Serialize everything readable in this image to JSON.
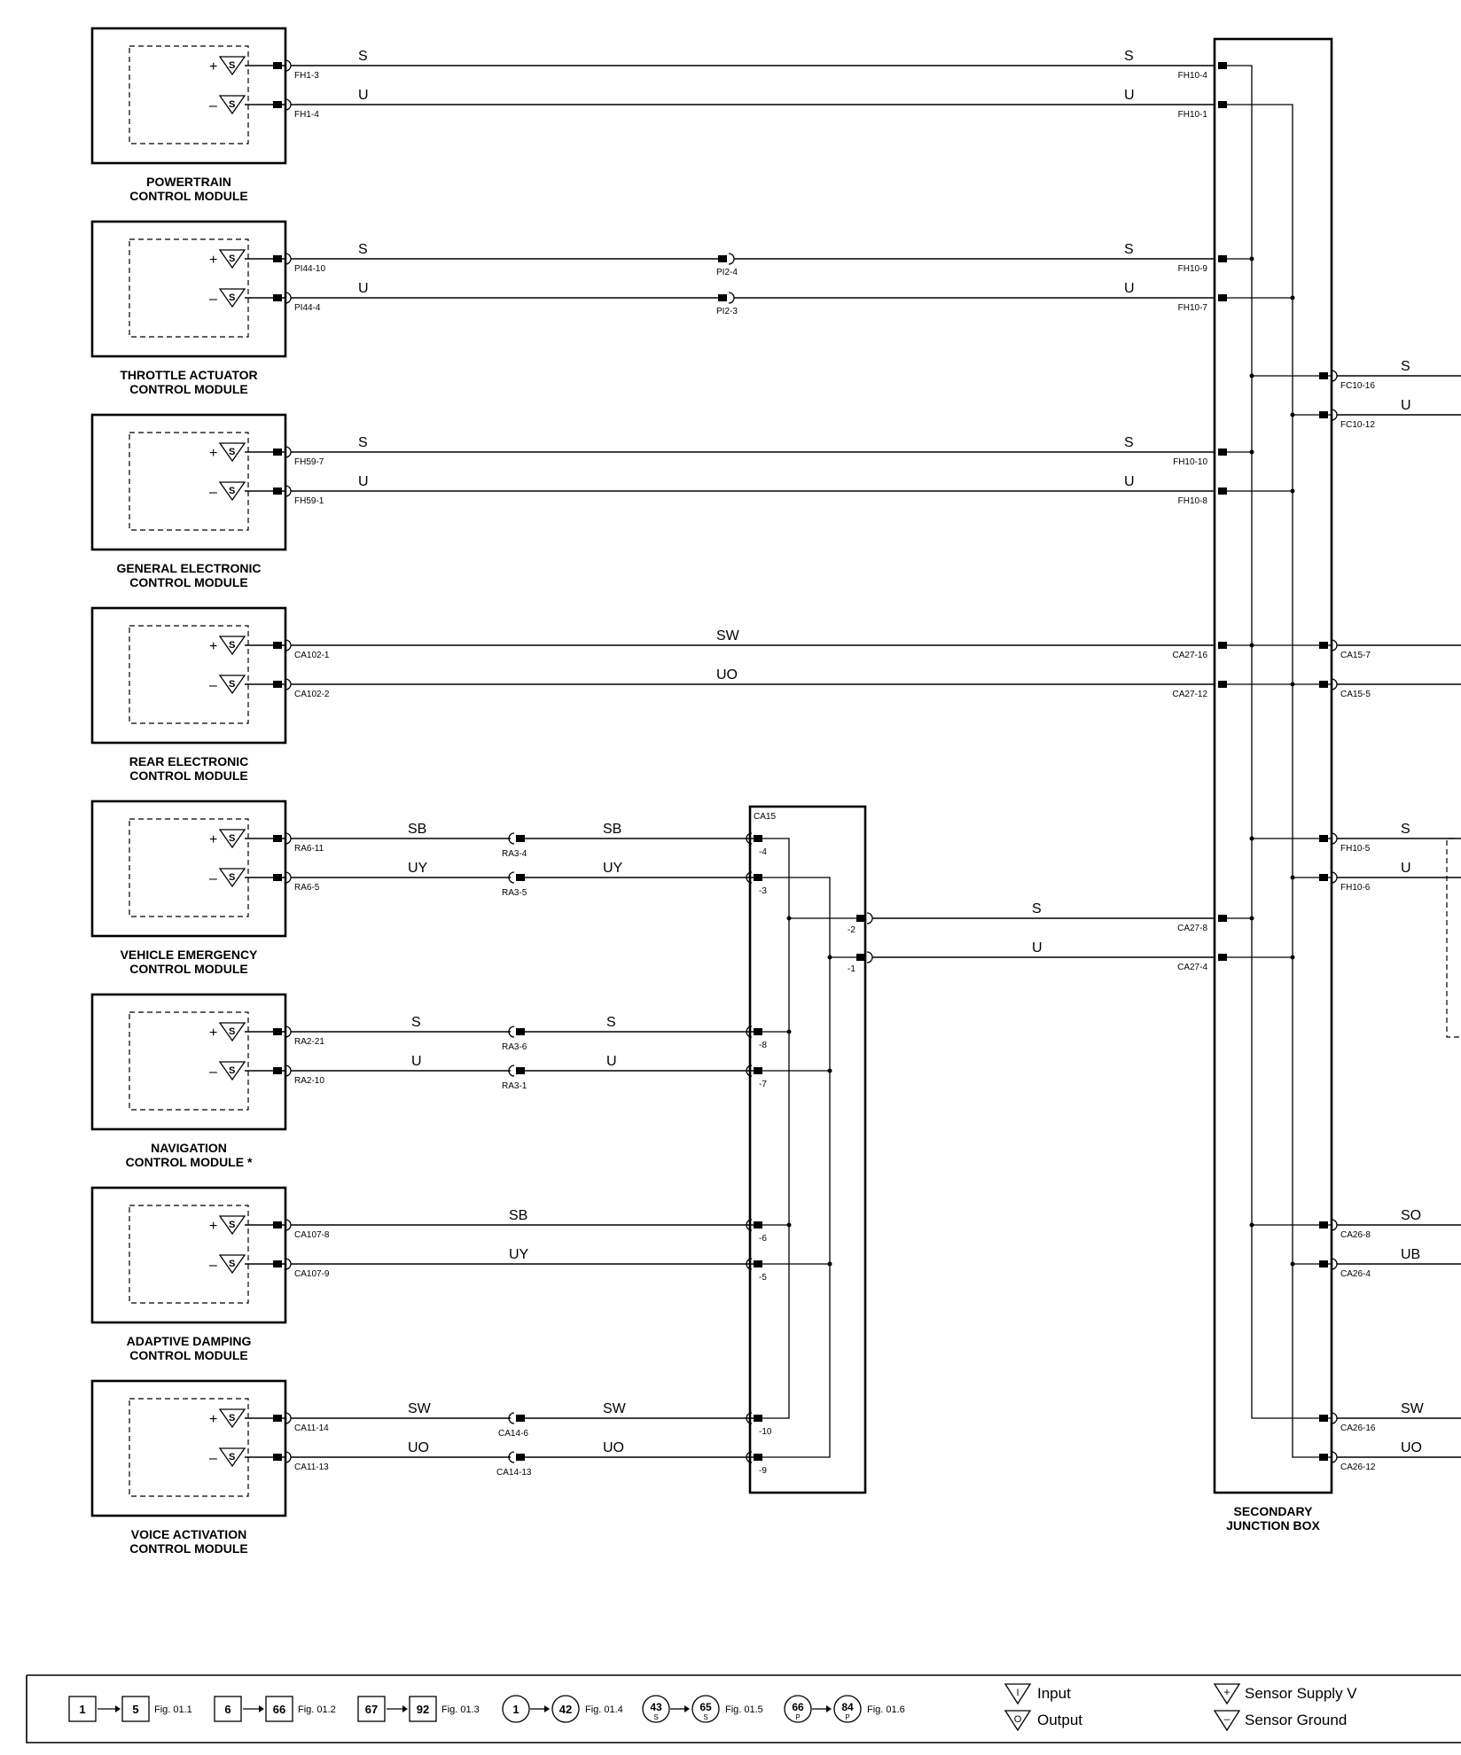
{
  "modules": [
    {
      "id": "pcm",
      "name1": "POWERTRAIN",
      "name2": "CONTROL MODULE",
      "pin_plus": "FH1-3",
      "pin_minus": "FH1-4"
    },
    {
      "id": "tacm",
      "name1": "THROTTLE ACTUATOR",
      "name2": "CONTROL MODULE",
      "pin_plus": "PI44-10",
      "pin_minus": "PI44-4"
    },
    {
      "id": "gecm",
      "name1": "GENERAL ELECTRONIC",
      "name2": "CONTROL MODULE",
      "pin_plus": "FH59-7",
      "pin_minus": "FH59-1"
    },
    {
      "id": "recm",
      "name1": "REAR ELECTRONIC",
      "name2": "CONTROL MODULE",
      "pin_plus": "CA102-1",
      "pin_minus": "CA102-2"
    },
    {
      "id": "vecm",
      "name1": "VEHICLE EMERGENCY",
      "name2": "CONTROL MODULE",
      "pin_plus": "RA6-11",
      "pin_minus": "RA6-5"
    },
    {
      "id": "navcm",
      "name1": "NAVIGATION",
      "name2": "CONTROL MODULE *",
      "pin_plus": "RA2-21",
      "pin_minus": "RA2-10"
    },
    {
      "id": "adcm",
      "name1": "ADAPTIVE DAMPING",
      "name2": "CONTROL MODULE",
      "pin_plus": "CA107-8",
      "pin_minus": "CA107-9"
    },
    {
      "id": "vacm",
      "name1": "VOICE ACTIVATION",
      "name2": "CONTROL MODULE",
      "pin_plus": "CA11-14",
      "pin_minus": "CA11-13"
    }
  ],
  "module_symbols": {
    "plus": "+",
    "minus": "–",
    "sensor": "S"
  },
  "wires": {
    "pcm": {
      "plus_color_left": "S",
      "minus_color_left": "U",
      "plus_color_right": "S",
      "minus_color_right": "U",
      "jb_plus": "FH10-4",
      "jb_minus": "FH10-1"
    },
    "tacm": {
      "plus_color_left": "S",
      "minus_color_left": "U",
      "plus_color_right": "S",
      "minus_color_right": "U",
      "inline_plus": "PI2-4",
      "inline_minus": "PI2-3",
      "jb_plus": "FH10-9",
      "jb_minus": "FH10-7"
    },
    "gecm": {
      "plus_color_left": "S",
      "minus_color_left": "U",
      "plus_color_right": "S",
      "minus_color_right": "U",
      "jb_plus": "FH10-10",
      "jb_minus": "FH10-8"
    },
    "recm": {
      "plus_color": "SW",
      "minus_color": "UO",
      "jb_plus": "CA27-16",
      "jb_minus": "CA27-12"
    },
    "vecm": {
      "plus_color_left": "SB",
      "minus_color_left": "UY",
      "plus_color_right": "SB",
      "minus_color_right": "UY",
      "inline_plus": "RA3-4",
      "inline_minus": "RA3-5",
      "ca15_plus": "-4",
      "ca15_minus": "-3"
    },
    "navcm": {
      "plus_color_left": "S",
      "minus_color_left": "U",
      "plus_color_right": "S",
      "minus_color_right": "U",
      "inline_plus": "RA3-6",
      "inline_minus": "RA3-1",
      "ca15_plus": "-8",
      "ca15_minus": "-7"
    },
    "adcm": {
      "plus_color": "SB",
      "minus_color": "UY",
      "ca15_plus": "-6",
      "ca15_minus": "-5"
    },
    "vacm": {
      "plus_color_left": "SW",
      "minus_color_left": "UO",
      "plus_color_right": "SW",
      "minus_color_right": "UO",
      "inline_plus": "CA14-6",
      "inline_minus": "CA14-13",
      "ca15_plus": "-10",
      "ca15_minus": "-9"
    }
  },
  "ca15": {
    "name": "CA15",
    "out_plus": "-2",
    "out_minus": "-1",
    "link_plus_color": "S",
    "link_minus_color": "U",
    "jb_plus": "CA27-8",
    "jb_minus": "CA27-4"
  },
  "junction_box": {
    "name1": "SECONDARY",
    "name2": "JUNCTION BOX"
  },
  "right_outputs": [
    {
      "pin_s": "FC10-16",
      "pin_u": "FC10-12",
      "color_s": "S",
      "color_u": "U"
    },
    {
      "pin_s": "CA15-7",
      "pin_u": "CA15-5",
      "color_s": "",
      "color_u": ""
    },
    {
      "pin_s": "FH10-5",
      "pin_u": "FH10-6",
      "color_s": "S",
      "color_u": "U"
    },
    {
      "pin_s": "CA26-8",
      "pin_u": "CA26-4",
      "color_s": "SO",
      "color_u": "UB"
    },
    {
      "pin_s": "CA26-16",
      "pin_u": "CA26-12",
      "color_s": "SW",
      "color_u": "UO"
    }
  ],
  "legend": {
    "refs": [
      {
        "from": "1",
        "to": "5",
        "fig": "Fig. 01.1",
        "shape": "square"
      },
      {
        "from": "6",
        "to": "66",
        "fig": "Fig. 01.2",
        "shape": "square"
      },
      {
        "from": "67",
        "to": "92",
        "fig": "Fig. 01.3",
        "shape": "square"
      },
      {
        "from": "1",
        "to": "42",
        "fig": "Fig. 01.4",
        "shape": "circle"
      },
      {
        "from": "43",
        "to": "65",
        "fig": "Fig. 01.5",
        "shape": "circle",
        "sub": "S"
      },
      {
        "from": "66",
        "to": "84",
        "fig": "Fig. 01.6",
        "shape": "circle",
        "sub": "P"
      }
    ],
    "input_label": "Input",
    "output_label": "Output",
    "sensor_supply_label": "Sensor Supply V",
    "sensor_ground_label": "Sensor Ground",
    "input_glyph": "I",
    "output_glyph": "O",
    "supply_glyph": "+",
    "ground_glyph": "–"
  }
}
